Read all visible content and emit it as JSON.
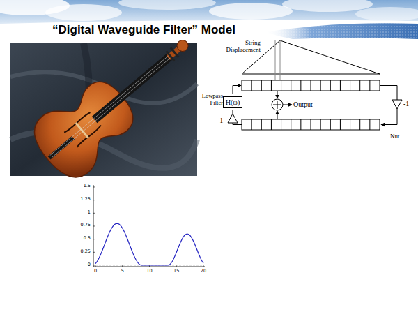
{
  "diagram": {
    "title": "“Digital Waveguide Filter” Model",
    "nodes": [
      {
        "text": [
          "H(ω)"
        ]
      }
    ],
    "labels": [
      "String Displacement",
      "Lowpass Filter",
      "-1",
      "Output",
      "-1",
      "Nut",
      "1.5",
      "1.25",
      "1",
      "0.75",
      "0.5",
      "0.25",
      "0",
      "0",
      "5",
      "10",
      "15",
      "20"
    ]
  }
}
